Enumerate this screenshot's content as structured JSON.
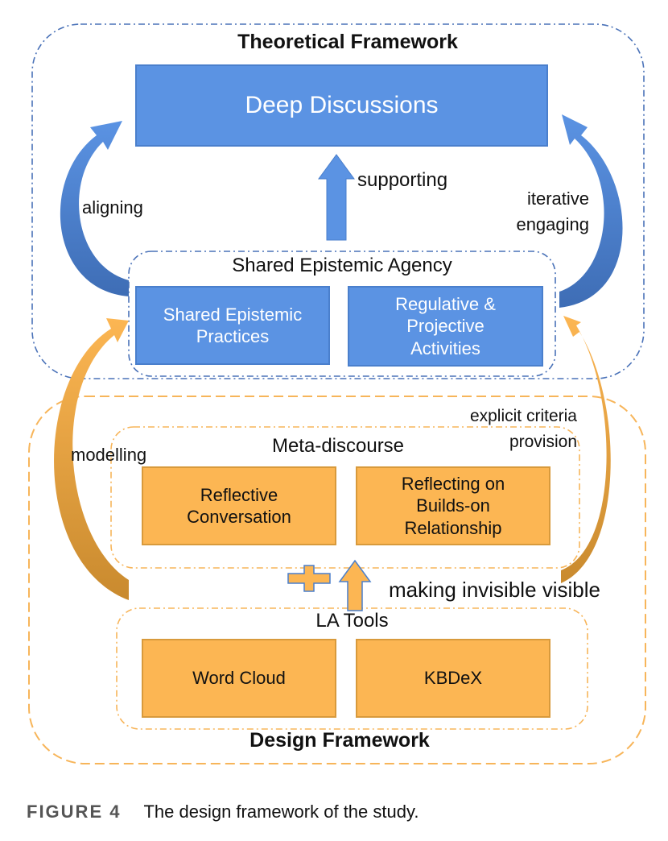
{
  "theoretical_framework": {
    "title": "Theoretical Framework",
    "top_box": "Deep Discussions",
    "agency_group": {
      "title": "Shared Epistemic Agency",
      "boxes": [
        "Shared Epistemic Practices",
        "Regulative & Projective Activities"
      ]
    }
  },
  "design_framework": {
    "title": "Design Framework",
    "meta_group": {
      "title": "Meta-discourse",
      "boxes": [
        "Reflective Conversation",
        "Reflecting on Builds-on Relationship"
      ]
    },
    "tools_group": {
      "title": "LA Tools",
      "boxes": [
        "Word Cloud",
        "KBDeX"
      ]
    }
  },
  "arrow_labels": {
    "supporting": "supporting",
    "aligning": "aligning",
    "iterative_engaging": [
      "iterative",
      "engaging"
    ],
    "modelling": "modelling",
    "explicit_criteria": [
      "explicit criteria",
      "provision"
    ],
    "making_visible": "making invisible visible"
  },
  "caption": {
    "number": "FIGURE 4",
    "text": "The design framework of the study."
  },
  "colors": {
    "blue_fill": "#5b93e3",
    "blue_dark": "#4472c4",
    "orange_fill": "#fcb653",
    "orange_dark": "#c98a2e"
  }
}
